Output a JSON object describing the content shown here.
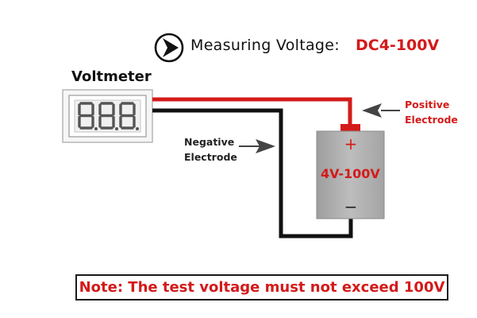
{
  "heading": {
    "label": "Measuring Voltage:",
    "range": "DC4-100V",
    "icon": "play-arrow-circle-icon"
  },
  "voltmeter": {
    "title": "Voltmeter",
    "display": "8.8.8."
  },
  "labels": {
    "negative": [
      "Negative",
      "Electrode"
    ],
    "positive": [
      "Positive",
      "Electrode"
    ]
  },
  "battery": {
    "plus": "+",
    "range": "4V-100V",
    "minus": "−"
  },
  "note": "Note: The test voltage must not exceed 100V",
  "colors": {
    "red": "#d41a1a",
    "wire_black": "#111111",
    "battery_body": "#a8a8a8"
  }
}
